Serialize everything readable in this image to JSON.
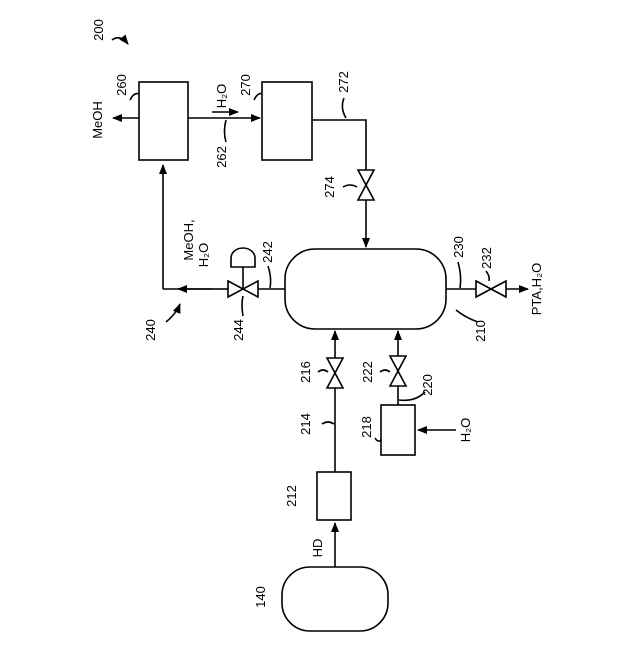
{
  "figure": {
    "number": "200",
    "labels": {
      "src_tank": "140",
      "reactor": "210",
      "pump": "212",
      "line_214": "214",
      "valve_216": "216",
      "water_tank": "218",
      "line_220": "220",
      "valve_222": "222",
      "outlet_line": "230",
      "outlet_valve": "232",
      "vent_group": "240",
      "vent_line": "242",
      "vent_valve": "244",
      "separator": "260",
      "line_262": "262",
      "condenser": "270",
      "line_272": "272",
      "valve_274": "274"
    },
    "streams": {
      "hd": "HD",
      "meoh_top": "MeOH",
      "h2o_top": "H₂O",
      "vent_meoh": "MeOH,",
      "vent_h2o": "H₂O",
      "water_in": "H₂O",
      "product": "PTA,H₂O"
    },
    "colors": {
      "line": "#000000",
      "background": "#ffffff"
    }
  }
}
